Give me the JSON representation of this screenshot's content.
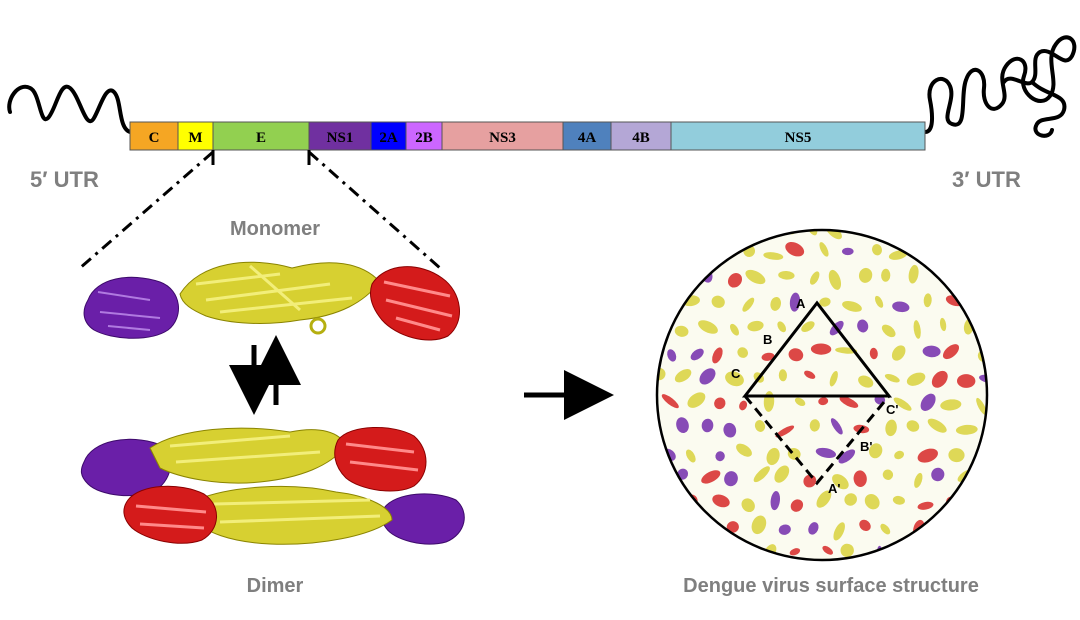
{
  "genome": {
    "utr5_label": "5′ UTR",
    "utr3_label": "3′ UTR",
    "segments": [
      {
        "label": "C",
        "color": "#f5a623"
      },
      {
        "label": "M",
        "color": "#ffff00"
      },
      {
        "label": "E",
        "color": "#92d050"
      },
      {
        "label": "NS1",
        "color": "#7030a0"
      },
      {
        "label": "2A",
        "color": "#0000ff"
      },
      {
        "label": "2B",
        "color": "#cc66ff"
      },
      {
        "label": "NS3",
        "color": "#e6a0a0"
      },
      {
        "label": "4A",
        "color": "#4f81bd"
      },
      {
        "label": "4B",
        "color": "#b4a7d6"
      },
      {
        "label": "NS5",
        "color": "#92cddc"
      }
    ]
  },
  "protein": {
    "monomer_label": "Monomer",
    "dimer_label": "Dimer",
    "domain_colors": {
      "domain_I": "#d7d031",
      "domain_II": "#d41b1b",
      "domain_III": "#6a1fa8"
    }
  },
  "surface": {
    "title": "Dengue virus surface structure",
    "vertex_labels": {
      "A": "A",
      "B": "B",
      "C": "C",
      "C_prime": "C'",
      "B_prime": "B'",
      "A_prime": "A'"
    }
  }
}
